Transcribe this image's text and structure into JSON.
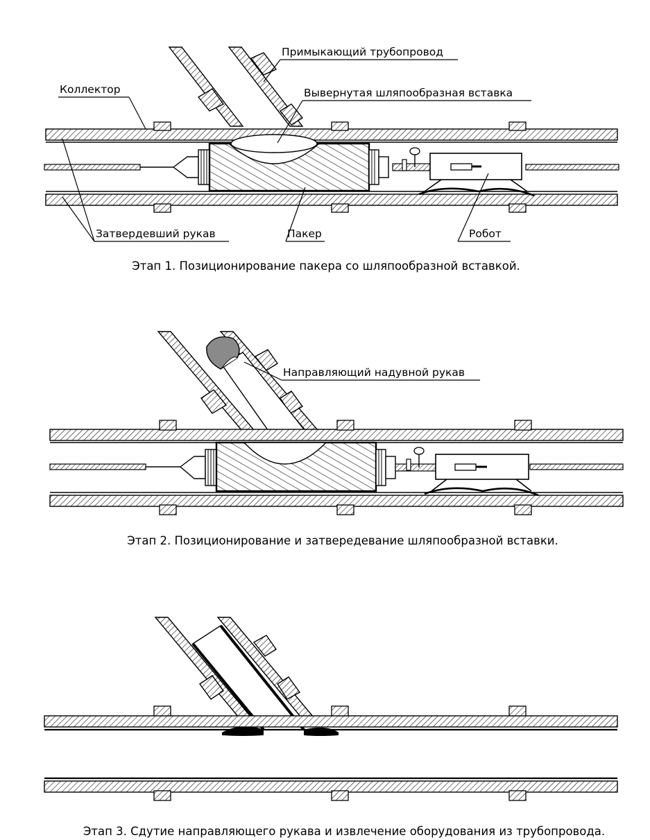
{
  "stages": [
    {
      "caption": "Этап 1. Позиционирование пакера со шляпообразной вставкой.",
      "labels": {
        "adjacent_pipe": "Примыкающий трубопровод",
        "collector": "Коллектор",
        "hat_insert": "Вывернутая шляпообразная вставка",
        "cured_liner": "Затвердевший рукав",
        "packer": "Пакер",
        "robot": "Робот"
      }
    },
    {
      "caption": "Этап 2. Позиционирование и затвередевание шляпообразной вставки.",
      "labels": {
        "guide_bladder": "Направляющий надувной рукав"
      }
    },
    {
      "caption": "Этап 3. Сдутие направляющего рукава и извлечение оборудования из трубопровода."
    }
  ]
}
